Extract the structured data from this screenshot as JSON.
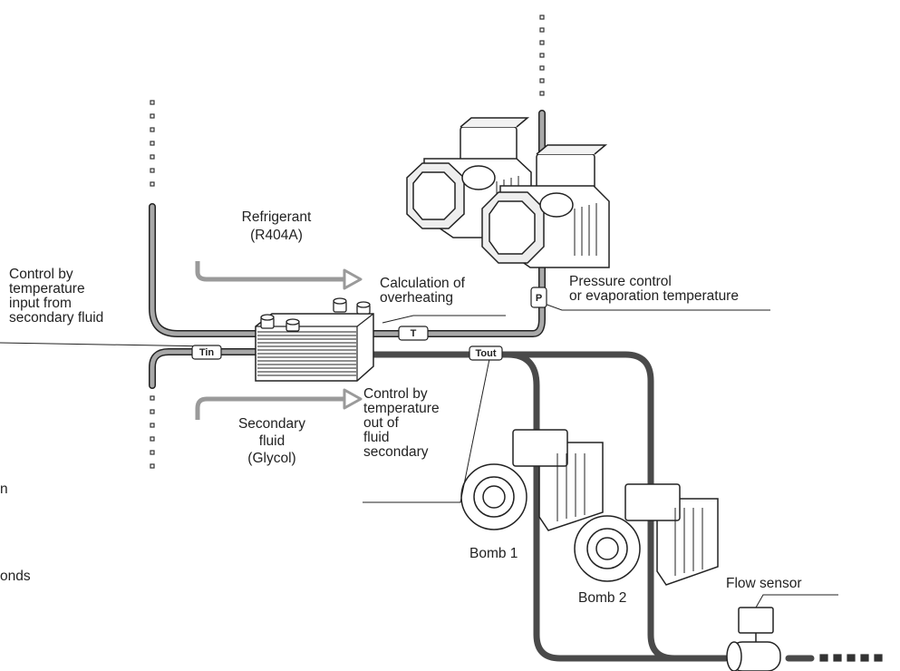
{
  "labels": {
    "refrigerant": "Refrigerant",
    "refrigerant_type": "(R404A)",
    "control_input": [
      "Control by",
      "temperature",
      "input from",
      "secondary fluid"
    ],
    "calc_overheating": [
      "Calculation of",
      "overheating"
    ],
    "pressure_control": [
      "Pressure control",
      "or evaporation temperature"
    ],
    "secondary_fluid": [
      "Secondary",
      "fluid",
      "(Glycol)"
    ],
    "control_output": [
      "Control by",
      "temperature",
      "out of",
      "fluid",
      "secondary"
    ],
    "bomb_1": "Bomb 1",
    "bomb_2": "Bomb 2",
    "flow_sensor": "Flow sensor",
    "cut_left_1": "n",
    "cut_left_2": "onds"
  },
  "sensor_tags": {
    "tin": "Tin",
    "t": "T",
    "tout": "Tout",
    "p": "P"
  },
  "colors": {
    "refrigerant_pipe": "#a8a8a8",
    "glycol_pipe": "#4a4a4a",
    "arrow": "#9a9a9a",
    "outline": "#222222"
  }
}
